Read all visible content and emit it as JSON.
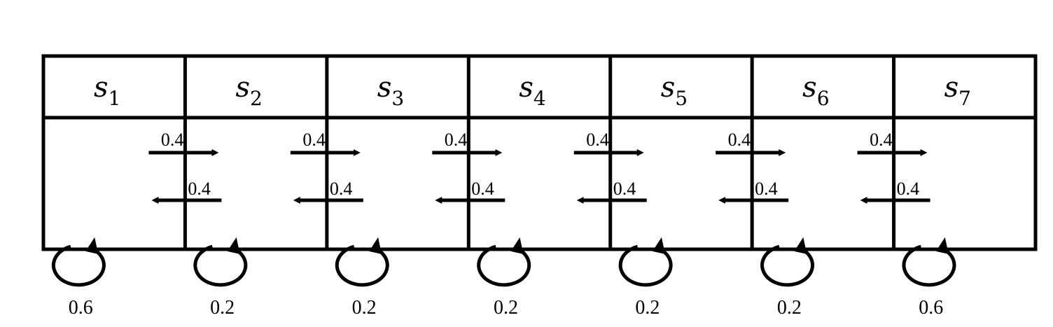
{
  "states": [
    {
      "base": "s",
      "sub": "1",
      "self_prob": "0.6",
      "right_prob": "0.4",
      "left_prob": null
    },
    {
      "base": "s",
      "sub": "2",
      "self_prob": "0.2",
      "right_prob": "0.4",
      "left_prob": "0.4"
    },
    {
      "base": "s",
      "sub": "3",
      "self_prob": "0.2",
      "right_prob": "0.4",
      "left_prob": "0.4"
    },
    {
      "base": "s",
      "sub": "4",
      "self_prob": "0.2",
      "right_prob": "0.4",
      "left_prob": "0.4"
    },
    {
      "base": "s",
      "sub": "5",
      "self_prob": "0.2",
      "right_prob": "0.4",
      "left_prob": "0.4"
    },
    {
      "base": "s",
      "sub": "6",
      "self_prob": "0.2",
      "right_prob": "0.4",
      "left_prob": "0.4"
    },
    {
      "base": "s",
      "sub": "7",
      "self_prob": "0.6",
      "right_prob": null,
      "left_prob": "0.4"
    }
  ]
}
